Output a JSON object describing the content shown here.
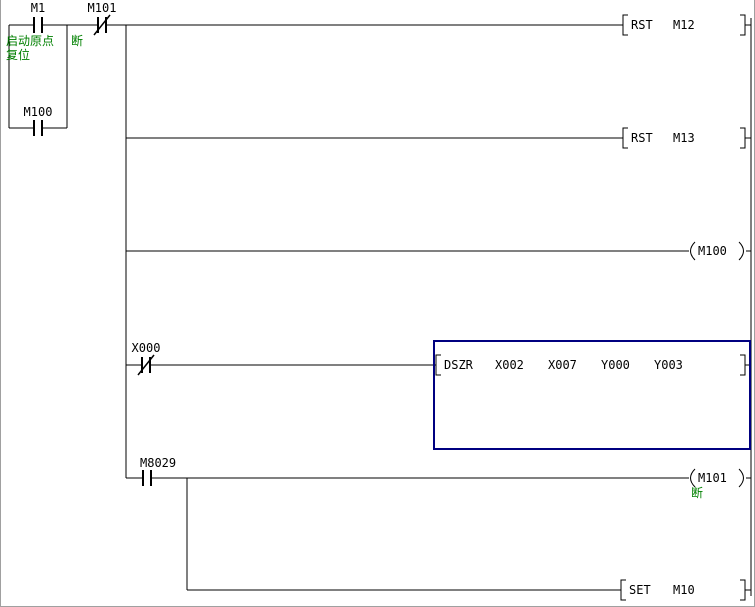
{
  "colors": {
    "wire": "#000000",
    "comment_green": "#008000",
    "selection_blue": "#000080"
  },
  "ladder": {
    "rung1": {
      "contact_m1": {
        "label": "M1"
      },
      "contact_m1_comment_line1": "启动原点",
      "contact_m1_comment_line2": "复位",
      "contact_m101": {
        "label": "M101"
      },
      "contact_m101_comment": "断",
      "instruction": {
        "opcode": "RST",
        "operand": "M12"
      }
    },
    "branch": {
      "contact_m100": {
        "label": "M100"
      }
    },
    "rung2": {
      "instruction": {
        "opcode": "RST",
        "operand": "M13"
      }
    },
    "rung3": {
      "coil": {
        "label": "M100"
      }
    },
    "rung4": {
      "contact_x000": {
        "label": "X000"
      },
      "instruction": {
        "opcode": "DSZR",
        "operand1": "X002",
        "operand2": "X007",
        "operand3": "Y000",
        "operand4": "Y003"
      }
    },
    "rung5": {
      "contact_m8029": {
        "label": "M8029"
      },
      "coil": {
        "label": "M101"
      },
      "coil_comment": "断"
    },
    "rung6": {
      "instruction": {
        "opcode": "SET",
        "operand": "M10"
      }
    }
  }
}
